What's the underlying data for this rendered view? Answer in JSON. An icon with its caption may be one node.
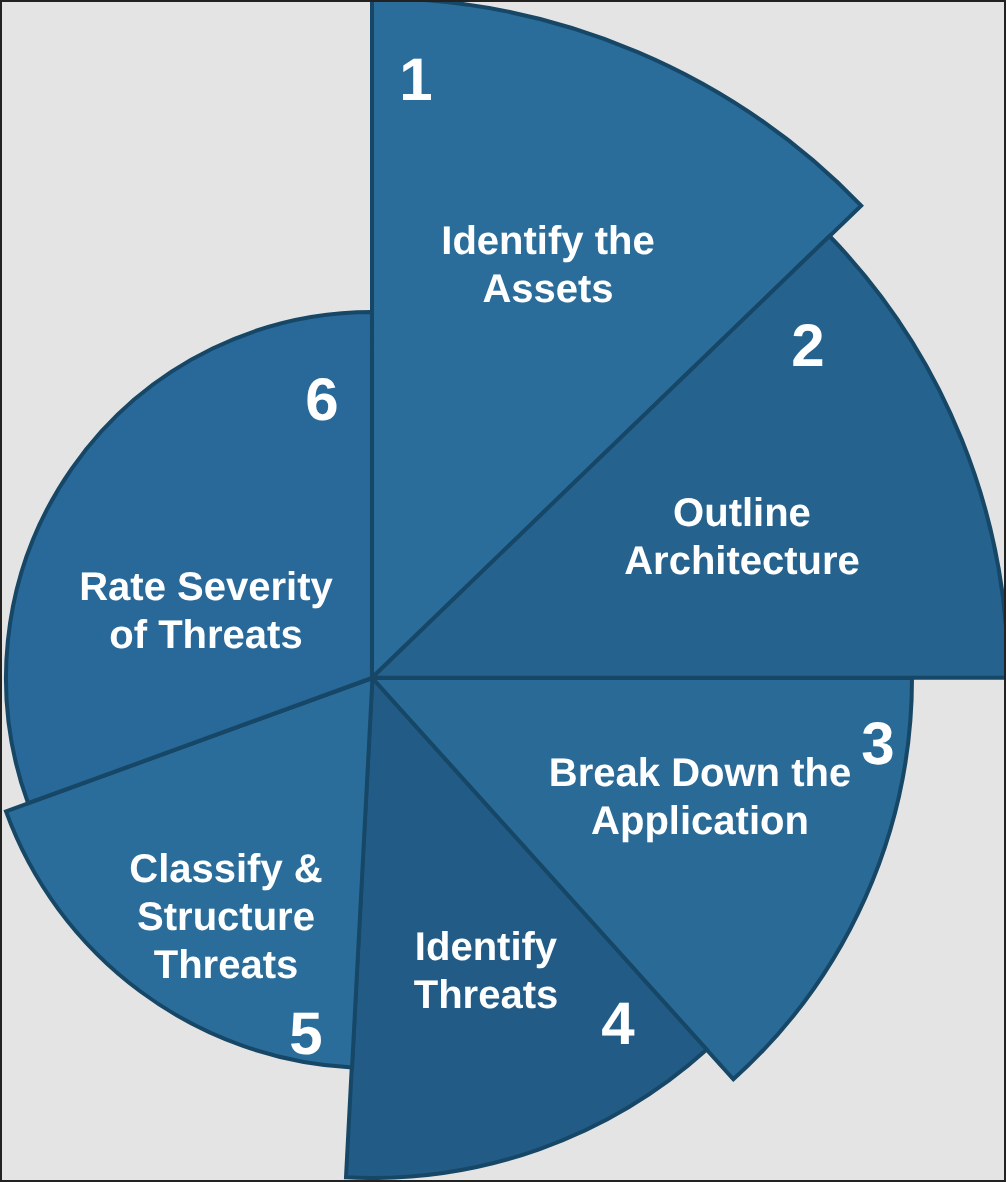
{
  "diagram": {
    "nodes": [
      {
        "text": [
          "1",
          "Identify the Assets"
        ]
      },
      {
        "text": [
          "2",
          "Outline Architecture"
        ]
      },
      {
        "text": [
          "3",
          "Break Down the Application"
        ]
      },
      {
        "text": [
          "Identify Threats",
          "4"
        ]
      },
      {
        "text": [
          "Classify & Structure Threats",
          "5"
        ]
      },
      {
        "text": [
          "6",
          "Rate Severity of Threats"
        ]
      }
    ]
  }
}
